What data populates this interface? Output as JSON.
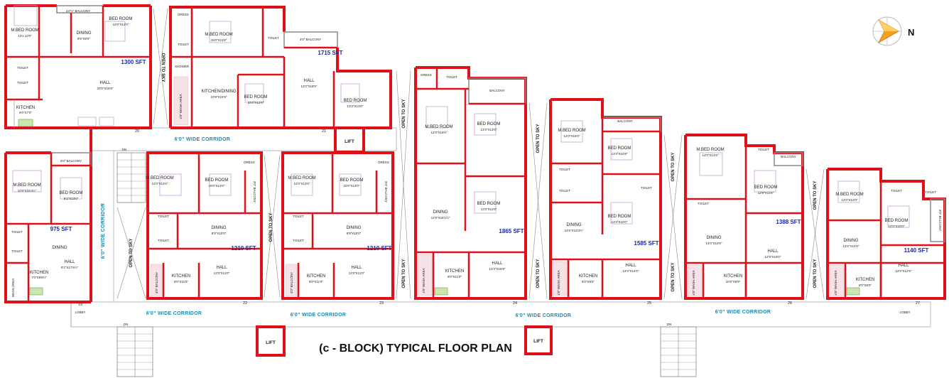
{
  "title": "(c - BLOCK) TYPICAL FLOOR PLAN",
  "compass": {
    "label": "N"
  },
  "corridors": {
    "main_vertical": "6'0\" WIDE CORRIDOR",
    "upper": "6'0\" WIDE CORRIDOR",
    "lower_1": "6'0\" WIDE CORRIDOR",
    "lower_2": "6'0\" WIDE CORRIDOR",
    "lower_3": "6'0\" WIDE CORRIDOR",
    "lower_4": "6'0\" WIDE CORRIDOR"
  },
  "labels": {
    "open_to_sky": "OPEN TO SKY",
    "lift": "LIFT",
    "lobby": "LOBBY",
    "wash_area": "WASH AREA",
    "dn": "DN"
  },
  "units": [
    {
      "id": "u19",
      "no": "19",
      "area": "975 SFT"
    },
    {
      "id": "u20",
      "no": "20",
      "area": "1300 SFT"
    },
    {
      "id": "u21",
      "no": "21",
      "area": "1715 SFT"
    },
    {
      "id": "u22",
      "no": "22",
      "area": "1210 SFT"
    },
    {
      "id": "u23",
      "no": "23",
      "area": "1210 SFT"
    },
    {
      "id": "u24",
      "no": "24",
      "area": "1865 SFT"
    },
    {
      "id": "u25",
      "no": "25",
      "area": "1585 SFT"
    },
    {
      "id": "u26",
      "no": "26",
      "area": "1388 SFT"
    },
    {
      "id": "u27",
      "no": "27",
      "area": "1140 SFT"
    }
  ],
  "rooms": {
    "u20": {
      "balcony": "24'½\" BALCONY",
      "mbed": "M.BED ROOM",
      "mbed_dim": "12'x 12'0\"",
      "bed": "BED ROOM",
      "bed_dim": "10'0\"X12'0\"",
      "dining": "DINING",
      "dining_dim": "9'6\"X9'0\"",
      "hall": "HALL",
      "hall_dim": "20'0\"X15'9\"",
      "kitchen": "KITCHEN",
      "kitchen_dim": "9'0\"X7'0\"",
      "toilet": "TOILET"
    },
    "u21": {
      "dress": "DRESS",
      "mbed": "M.BED ROOM",
      "mbed_dim": "15'0\"X11'6\"",
      "balcony": "4'0\" BALCONY",
      "toilet": "TOILET",
      "shower": "SHOWER",
      "kitchen": "KITCHEN/DINING",
      "kitchen_dim": "10'9\"X15'9\"",
      "bed": "BED ROOM",
      "bed_dim": "10'0\"X12'0\"",
      "hall": "HALL",
      "hall_dim": "12'0\"X18'6\"",
      "bed2": "BED ROOM",
      "bed2_dim": "13'3\"X13'0\"",
      "wash": "4'0\" WASH AREA"
    },
    "u19": {
      "balcony": "3'0\" BALCONY",
      "mbed": "M.BED ROOM",
      "mbed_dim": "10'0\"X16'4½\"",
      "bed": "BED ROOM",
      "bed_dim": "9'1\"X13'0\"",
      "dining": "DINING",
      "hall": "HALL",
      "hall_dim": "9'1\"X17'6½\"",
      "kitchen": "KITCHEN",
      "kitchen_dim": "7'0\"X8'9½\"",
      "toilet": "TOILET"
    },
    "u22": {
      "mbed": "M.BED ROOM",
      "mbed_dim": "12'0\"X13'0\"",
      "bed": "BED ROOM",
      "bed_dim": "10'0\"X13'0\"",
      "dress": "DRESS",
      "balcony": "3'0\" BALCONY",
      "dining": "DINING",
      "dining_dim": "8'9\"X10'0\"",
      "kitchen": "KITCHEN",
      "kitchen_dim": "8'0\"X11'0\"",
      "hall": "HALL",
      "hall_dim": "13'3\"X11'0\"",
      "toilet": "TOILET",
      "balcony2": "4'0\" BALCONY"
    },
    "u23": {
      "mbed": "M.BED ROOM",
      "mbed_dim": "12'0\"X13'0\"",
      "bed": "BED ROOM",
      "bed_dim": "10'0\"X13'0\"",
      "dress": "DRESS",
      "balcony": "3'0\" BALCONY",
      "dining": "DINING",
      "dining_dim": "8'9\"X10'0\"",
      "kitchen": "KITCHEN",
      "kitchen_dim": "8'0\"X11'0\"",
      "hall": "HALL",
      "hall_dim": "13'3\"X11'0\"",
      "toilet": "TOILET",
      "balcony2": "4'0\" BALCONY"
    },
    "u24": {
      "dress": "DRESS",
      "toilet": "TOILET",
      "balcony": "BALCONY",
      "mbed": "M.BED ROOM",
      "mbed_dim": "12'0\"X16'0\"",
      "bed": "BED ROOM",
      "bed_dim": "13'3\"X13'0\"",
      "bed2": "BED ROOM",
      "bed2_dim": "13'3\"X11'0\"",
      "dining": "DINING",
      "dining_dim": "12'0\"X16'1½\"",
      "kitchen": "KITCHEN",
      "kitchen_dim": "8'0\"X11'0\"",
      "hall": "HALL",
      "hall_dim": "13'3\"X16'9\"",
      "wash": "4'0\" WASH AREA"
    },
    "u25": {
      "mbed": "M.BED ROOM",
      "mbed_dim": "12'0\"X16'0\"",
      "balcony": "BALCONY",
      "bed": "BED ROOM",
      "bed_dim": "13'3\"X10'9\"",
      "bed2": "BED ROOM",
      "bed2_dim": "13'3\"X10'0\"",
      "toilet": "TOILET",
      "dining": "DINING",
      "dining_dim": "12'0\"X13'4½\"",
      "kitchen": "KITCHEN",
      "kitchen_dim": "8'0\"X9'0\"",
      "hall": "HALL",
      "hall_dim": "13'3\"X14'0\"",
      "wash": "4'0\" WASH AREA"
    },
    "u26": {
      "mbed": "M.BED ROOM",
      "mbed_dim": "14'0\"X14'6\"",
      "bed": "BED ROOM",
      "bed_dim": "12'9\"X11'6\"",
      "balcony": "BALCONY",
      "toilet": "TOILET",
      "dining": "DINING",
      "dining_dim": "14'0\"X10'0\"",
      "hall": "HALL",
      "hall_dim": "12'9\"X19'0\"",
      "kitchen": "KITCHEN",
      "kitchen_dim": "10'0\"X8'9\"",
      "wash": "4'0\" WASH AREA"
    },
    "u27": {
      "mbed": "M.BED ROOM",
      "mbed_dim": "12'0\"X12'0\"",
      "bed": "BED ROOM",
      "bed_dim": "12'0\"X10'0\"",
      "balcony": "3'0\" BALCONY",
      "toilet": "TOILET",
      "dining": "DINING",
      "dining_dim": "12'0\"X10'0\"",
      "hall": "HALL",
      "hall_dim": "12'0\"X12'6\"",
      "kitchen": "KITCHEN",
      "kitchen_dim": "8'0\"X8'0\"",
      "wash": "4'0\" WASH AREA"
    }
  }
}
